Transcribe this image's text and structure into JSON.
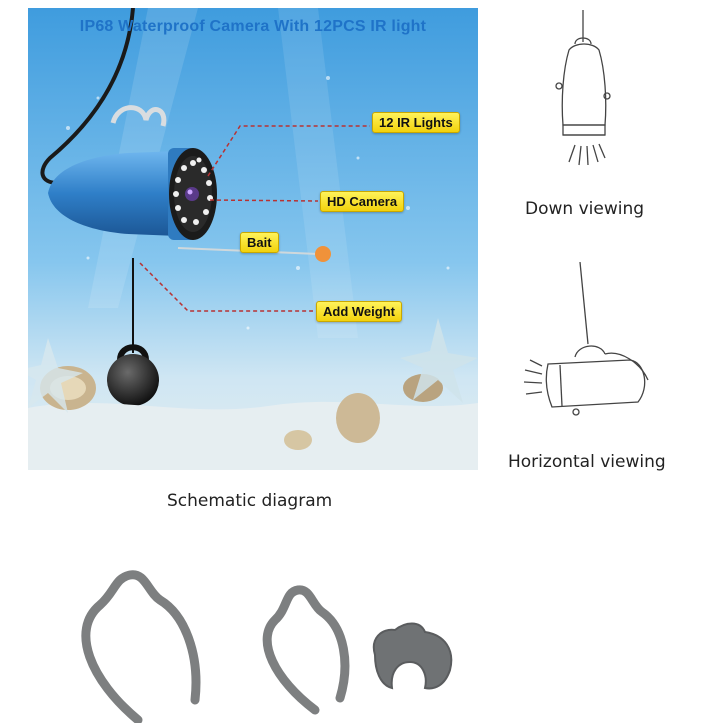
{
  "photo": {
    "title": "IP68 Waterproof Camera With 12PCS IR light",
    "callouts": {
      "ir_lights": "12 IR Lights",
      "hd_camera": "HD Camera",
      "bait": "Bait",
      "add_weight": "Add Weight"
    },
    "colors": {
      "water_top": "#4da6e3",
      "water_mid": "#8ccaef",
      "sand": "#dfe9ee",
      "camera_body": "#3f8fd6",
      "callout": "#f4dc22",
      "leader_line": "#c0392b"
    }
  },
  "captions": {
    "schematic": "Schematic diagram",
    "down": "Down viewing",
    "horizontal": "Horizontal viewing"
  }
}
